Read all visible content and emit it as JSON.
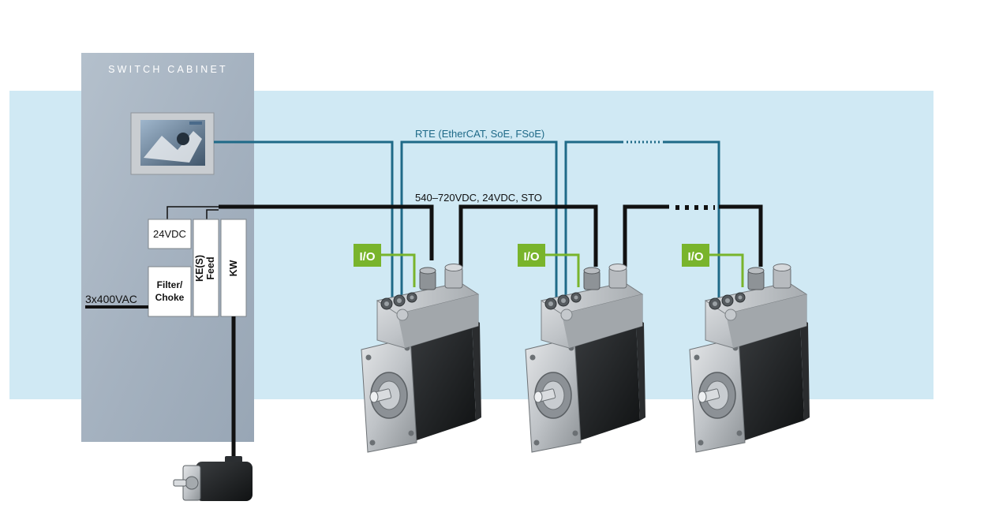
{
  "cabinet": {
    "title": "SWITCH CABINET"
  },
  "bus": {
    "rte_label": "RTE (EtherCAT, SoE, FSoE)",
    "power_label": "540–720VDC, 24VDC, STO"
  },
  "modules": {
    "supply_24vdc": "24VDC",
    "filter_line1": "Filter/",
    "filter_line2": "Choke",
    "feed_line1": "KE(S)",
    "feed_line2": "Feed",
    "kw": "KW"
  },
  "mains_label": "3x400VAC",
  "io_label": "I/O",
  "drives": [
    {
      "io": "I/O"
    },
    {
      "io": "I/O"
    },
    {
      "io": "I/O"
    }
  ],
  "colors": {
    "background_band": "#d0e9f4",
    "cabinet": "#a9b6c4",
    "rte_line": "#1f6a88",
    "power_line": "#111111",
    "io_green": "#79b42c",
    "io_text": "#ffffff"
  }
}
